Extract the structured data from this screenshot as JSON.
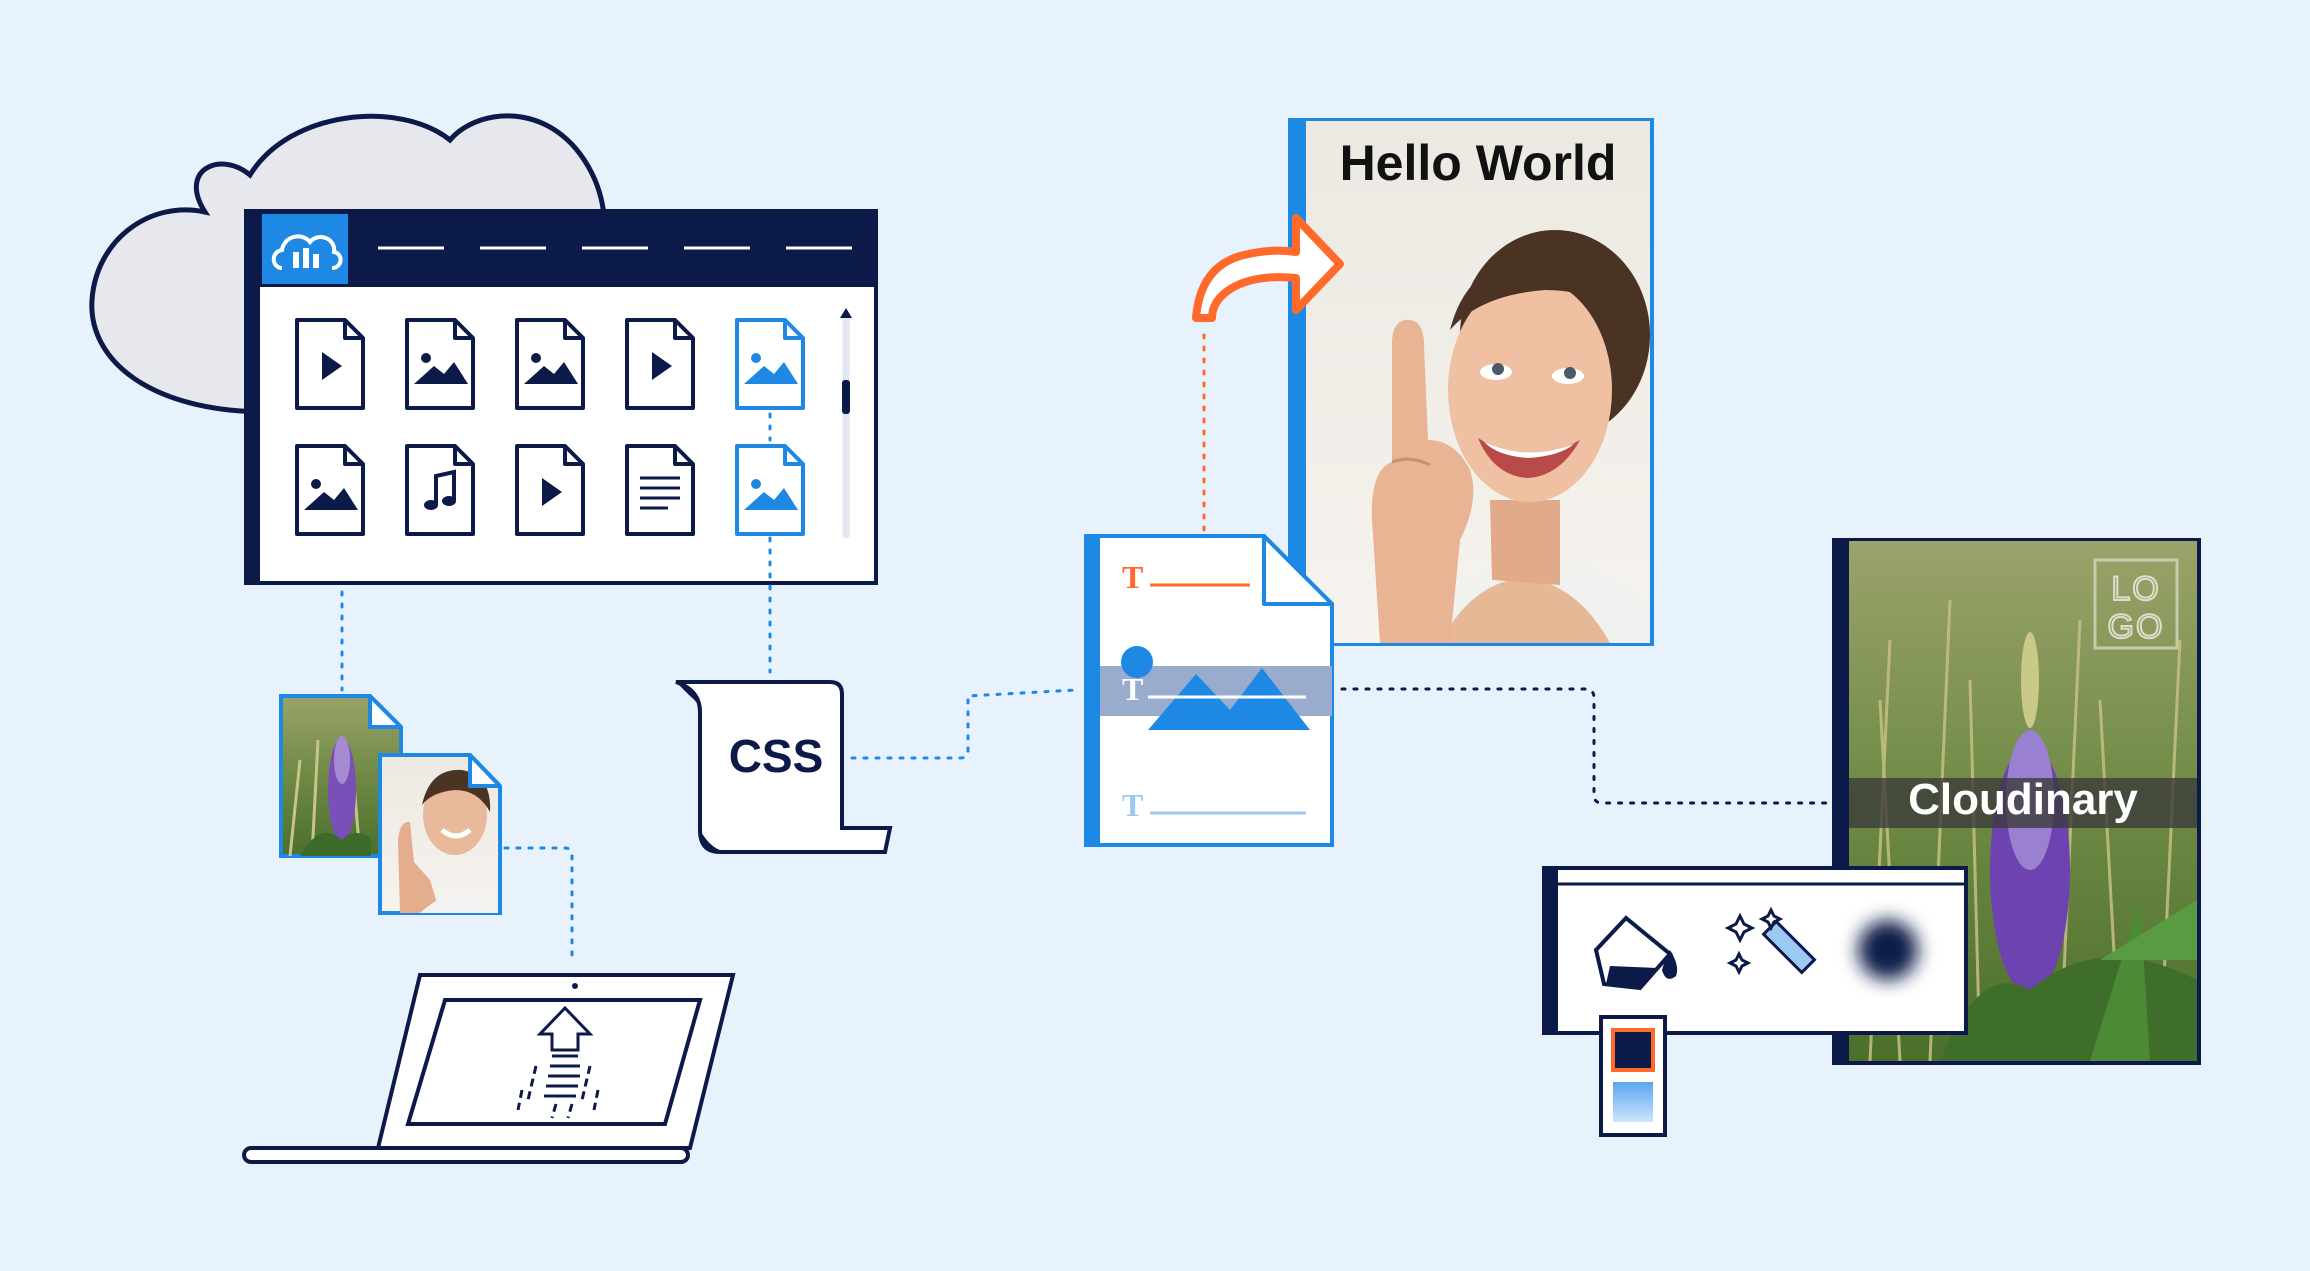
{
  "texts": {
    "css_label": "CSS",
    "hello_world": "Hello World",
    "cloudinary_label": "Cloudinary",
    "logo_l": "LO",
    "logo_g": "GO",
    "text_marker": "T"
  },
  "colors": {
    "background": "#e8f2fd",
    "navy": "#0c1a4a",
    "blue": "#1e88e5",
    "light_blue": "#9dc8f2",
    "orange": "#ff6a2a",
    "cloud_fill": "#e6e8ee",
    "white": "#ffffff"
  },
  "icons": {
    "library_grid": [
      "video-file-icon",
      "image-file-icon",
      "image-file-icon",
      "video-file-icon",
      "image-file-icon-selected",
      "image-file-icon",
      "audio-file-icon",
      "video-file-icon",
      "document-file-icon",
      "image-file-icon-selected"
    ],
    "cloud_logo": "cloudinary-cloud-icon",
    "tools": [
      "fill-bucket-icon",
      "magic-wand-icon",
      "blur-icon"
    ]
  }
}
